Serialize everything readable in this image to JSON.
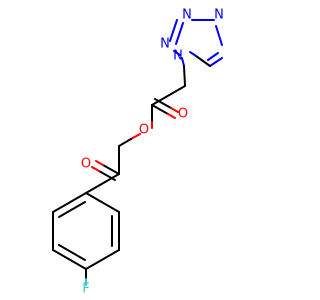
{
  "molecule": {
    "colors": {
      "carbon_bond": "#000000",
      "nitrogen": "#0000ff",
      "oxygen": "#ff0000",
      "fluorine": "#33cccc"
    },
    "atoms": {
      "n1": {
        "label": "N",
        "element": "N"
      },
      "n2": {
        "label": "N",
        "element": "N"
      },
      "n3": {
        "label": "N",
        "element": "N"
      },
      "n4": {
        "label": "N",
        "element": "N"
      },
      "o_ester": {
        "label": "O",
        "element": "O"
      },
      "o_ester_carbonyl": {
        "label": "O",
        "element": "O"
      },
      "o_ketone": {
        "label": "O",
        "element": "O"
      },
      "f": {
        "label": "F",
        "element": "F"
      }
    }
  }
}
